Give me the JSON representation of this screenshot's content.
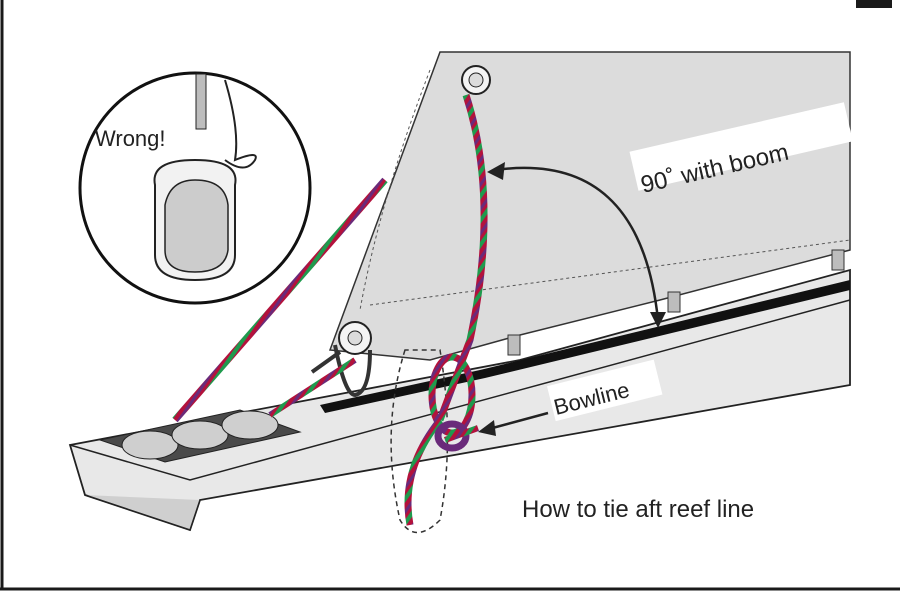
{
  "labels": {
    "wrong": "Wrong!",
    "angle": "90˚ with boom",
    "bowline": "Bowline",
    "caption": "How to tie aft reef line"
  },
  "colors": {
    "frame": "#1a1a1a",
    "sail": "#dcdcdc",
    "boom": "#e8e8e8",
    "boom_shadow": "#cfcfcf",
    "rope_red": "#b3123c",
    "rope_green": "#1f9a4d",
    "rope_purple": "#6a2a7a",
    "ink": "#222222"
  }
}
